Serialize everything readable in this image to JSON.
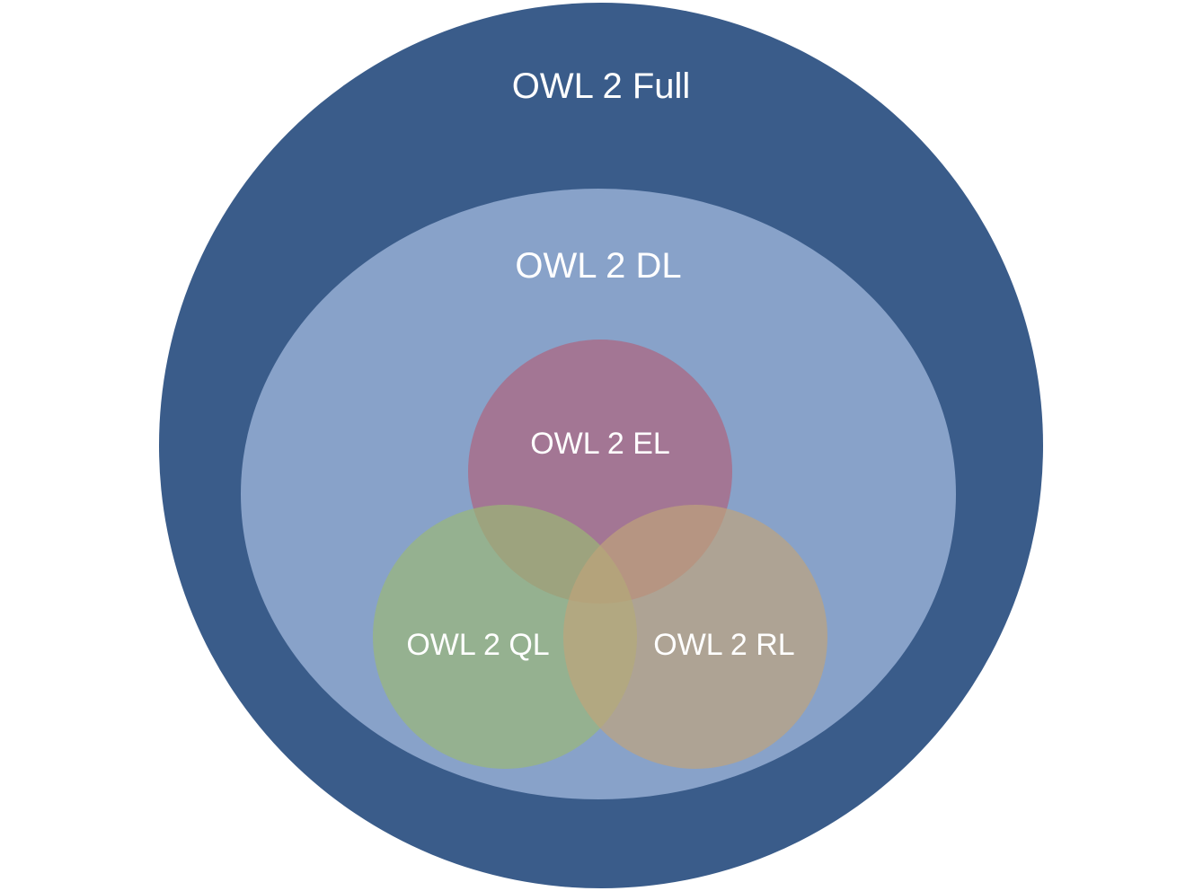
{
  "diagram": {
    "colors": {
      "background": "#ffffff",
      "full": "#3a5c8a",
      "dl": "#88a2c9",
      "el": "#b0627a",
      "ql": "#9bb874",
      "rl": "#c0a37a",
      "text": "#ffffff"
    },
    "regions": {
      "full": {
        "label": "OWL 2 Full"
      },
      "dl": {
        "label": "OWL 2 DL"
      },
      "el": {
        "label": "OWL 2 EL"
      },
      "ql": {
        "label": "OWL 2 QL"
      },
      "rl": {
        "label": "OWL 2 RL"
      }
    }
  }
}
